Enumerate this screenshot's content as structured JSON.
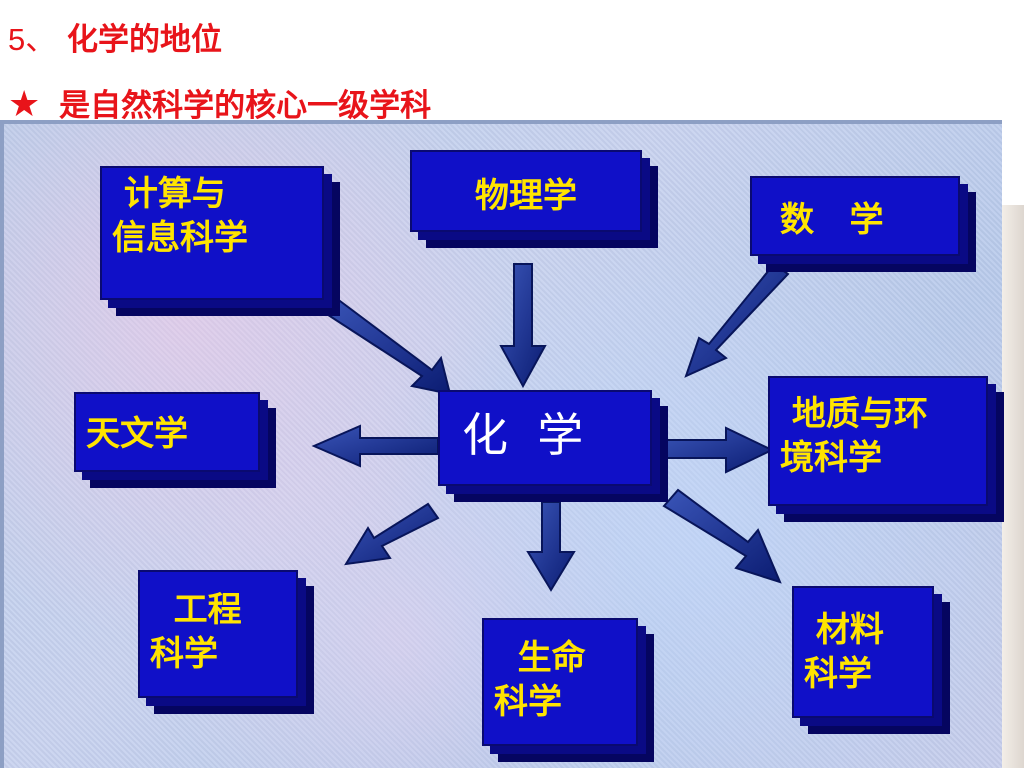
{
  "heading": {
    "number": "5、",
    "text": "化学的地位"
  },
  "subheading": {
    "star": "★",
    "text": "是自然科学的核心一级学科"
  },
  "diagram": {
    "center": "化  学",
    "nodes": {
      "computing": {
        "line1": " 计算与",
        "line2": "信息科学"
      },
      "physics": {
        "line1": "物理学"
      },
      "math": {
        "line1": "数   学"
      },
      "astronomy": {
        "line1": "天文学"
      },
      "geo_env": {
        "line1": " 地质与环",
        "line2": "境科学"
      },
      "engineering": {
        "line1": "  工程",
        "line2": "科学"
      },
      "life": {
        "line1": "  生命",
        "line2": "科学"
      },
      "materials": {
        "line1": " 材料",
        "line2": "科学"
      }
    },
    "colors": {
      "box": "#1010c8",
      "text": "#ffe400",
      "arrow": "#0e1f7a",
      "heading": "#e8141a"
    }
  }
}
